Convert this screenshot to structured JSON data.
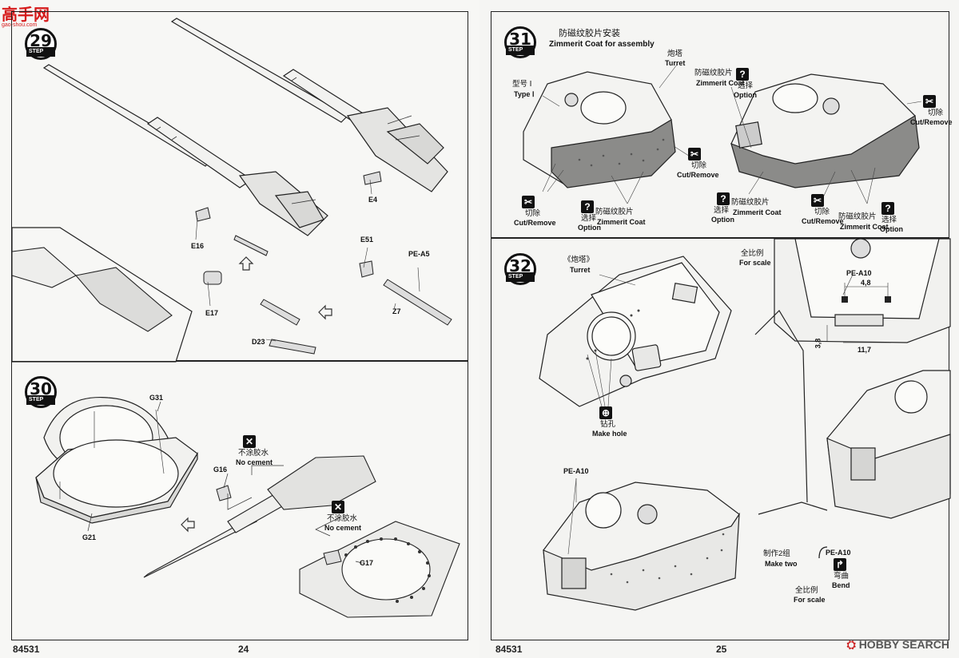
{
  "logo": {
    "name": "高手网",
    "url": "gao-shou.com"
  },
  "left_page": {
    "number": "24",
    "code": "84531",
    "step29": {
      "number": "29",
      "label": "STEP",
      "parts": [
        "E4",
        "E16",
        "E51",
        "PE-A5",
        "E17",
        "Z7",
        "D23"
      ]
    },
    "step30": {
      "number": "30",
      "label": "STEP",
      "parts": [
        "G31",
        "G21",
        "G16",
        "G17"
      ],
      "no_cement_cn": "不涂胶水",
      "no_cement_en": "No cement"
    }
  },
  "right_page": {
    "number": "25",
    "code": "84531",
    "step31": {
      "number": "31",
      "label": "STEP",
      "title_cn": "防磁纹胶片安装",
      "title_en": "Zimmerit Coat for assembly",
      "turret_cn": "炮塔",
      "turret_en": "Turret",
      "type_cn": "型号 Ⅰ",
      "type_en": "Type Ⅰ",
      "zimmerit_cn": "防磁纹胶片",
      "zimmerit_en": "Zimmerit Coat",
      "option_cn": "选择",
      "option_en": "Option",
      "cut_cn": "切除",
      "cut_en": "Cut/Remove"
    },
    "step32": {
      "number": "32",
      "label": "STEP",
      "turret_cn": "《炮塔》",
      "turret_en": "Turret",
      "scale_cn": "全比例",
      "scale_en": "For scale",
      "hole_cn": "钻孔",
      "hole_en": "Make hole",
      "make_two_cn": "制作2组",
      "make_two_en": "Make two",
      "bend_cn": "弯曲",
      "bend_en": "Bend",
      "part": "PE-A10",
      "dims": [
        "4,8",
        "3,8",
        "11,7"
      ]
    }
  },
  "watermark": {
    "brand": "HOBBY SEARCH"
  }
}
